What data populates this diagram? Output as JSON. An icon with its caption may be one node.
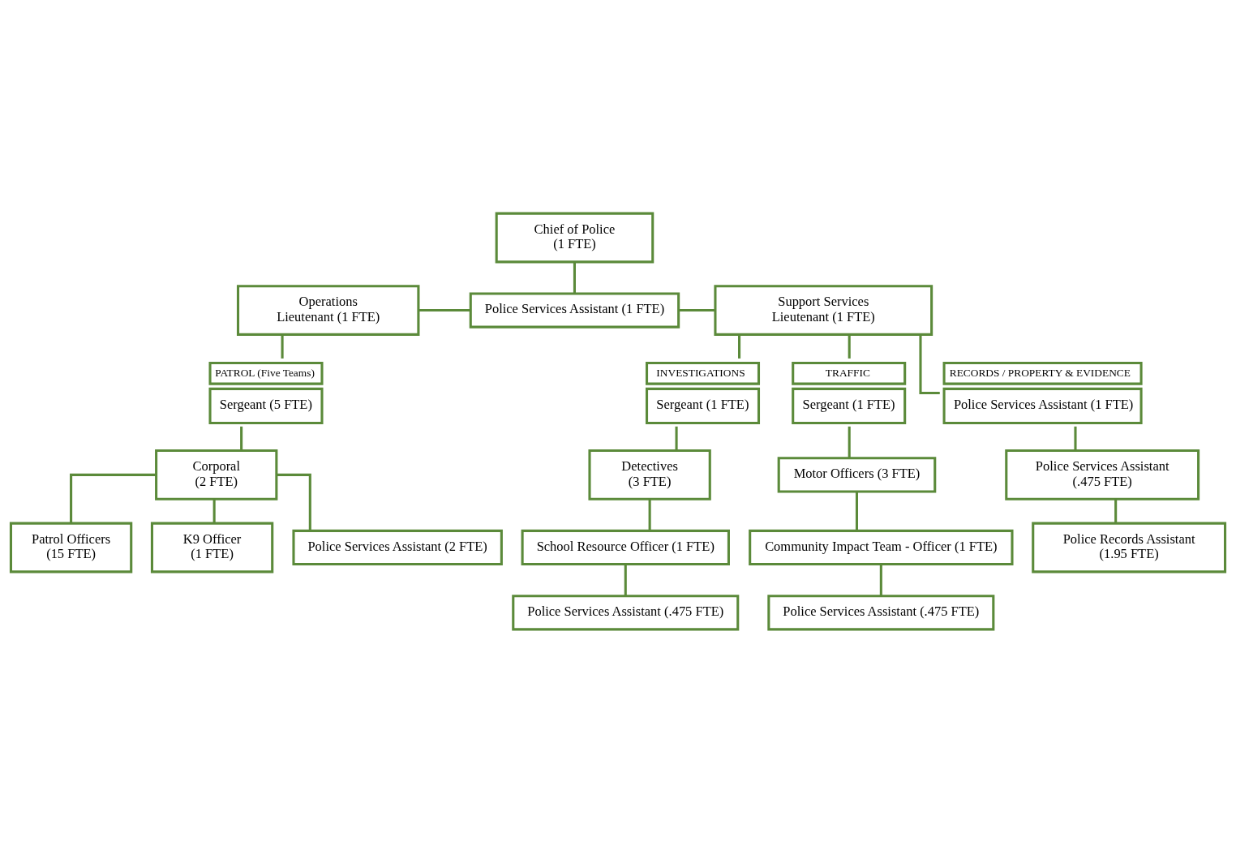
{
  "diagram": {
    "nodes": [
      {
        "text": [
          "Chief of Police",
          "(1 FTE)"
        ]
      },
      {
        "text": [
          "Police Services Assistant (1 FTE)"
        ]
      },
      {
        "text": [
          "Operations",
          "Lieutenant (1 FTE)"
        ]
      },
      {
        "text": [
          "Support Services",
          "Lieutenant (1 FTE)"
        ]
      },
      {
        "text": [
          "PATROL (Five Teams)",
          "Sergeant (5 FTE)"
        ]
      },
      {
        "text": [
          "Corporal",
          "(2 FTE)"
        ]
      },
      {
        "text": [
          "Patrol Officers",
          "(15 FTE)"
        ]
      },
      {
        "text": [
          "K9 Officer",
          "(1 FTE)"
        ]
      },
      {
        "text": [
          "Police Services Assistant (2 FTE)"
        ]
      },
      {
        "text": [
          "RECORDS / PROPERTY & EVIDENCE",
          "Police Services Assistant (1 FTE)"
        ]
      },
      {
        "text": [
          "Police Services Assistant",
          "(.475 FTE)"
        ]
      },
      {
        "text": [
          "Police Records Assistant",
          "(1.95 FTE)"
        ]
      },
      {
        "text": [
          "INVESTIGATIONS",
          "Sergeant (1 FTE)"
        ]
      },
      {
        "text": [
          "Detectives",
          "(3 FTE)"
        ]
      },
      {
        "text": [
          "School Resource Officer (1 FTE)"
        ]
      },
      {
        "text": [
          "TRAFFIC",
          "Sergeant (1 FTE)"
        ]
      },
      {
        "text": [
          "Motor Officers (3 FTE)"
        ]
      },
      {
        "text": [
          "Community Impact Team - Officer (1 FTE)"
        ]
      },
      {
        "text": [
          "Police Services Assistant (.475 FTE)"
        ]
      },
      {
        "text": [
          "Police Services Assistant (.475 FTE)"
        ]
      }
    ],
    "edges": [
      {
        "from": 0,
        "to": 1,
        "arrow": "none"
      },
      {
        "from": 2,
        "to": 1,
        "arrow": "none"
      },
      {
        "from": 1,
        "to": 3,
        "arrow": "none"
      },
      {
        "from": 2,
        "to": 4,
        "arrow": "none"
      },
      {
        "from": 4,
        "to": 5,
        "arrow": "none"
      },
      {
        "from": 5,
        "to": 6,
        "arrow": "none"
      },
      {
        "from": 5,
        "to": 7,
        "arrow": "none"
      },
      {
        "from": 5,
        "to": 8,
        "arrow": "none"
      },
      {
        "from": 3,
        "to": 9,
        "arrow": "none"
      },
      {
        "from": 3,
        "to": 12,
        "arrow": "none"
      },
      {
        "from": 3,
        "to": 15,
        "arrow": "none"
      },
      {
        "from": 9,
        "to": 10,
        "arrow": "none"
      },
      {
        "from": 10,
        "to": 11,
        "arrow": "none"
      },
      {
        "from": 12,
        "to": 13,
        "arrow": "none"
      },
      {
        "from": 13,
        "to": 14,
        "arrow": "none"
      },
      {
        "from": 14,
        "to": 18,
        "arrow": "none"
      },
      {
        "from": 15,
        "to": 16,
        "arrow": "none"
      },
      {
        "from": 16,
        "to": 17,
        "arrow": "none"
      },
      {
        "from": 17,
        "to": 19,
        "arrow": "none"
      }
    ]
  }
}
